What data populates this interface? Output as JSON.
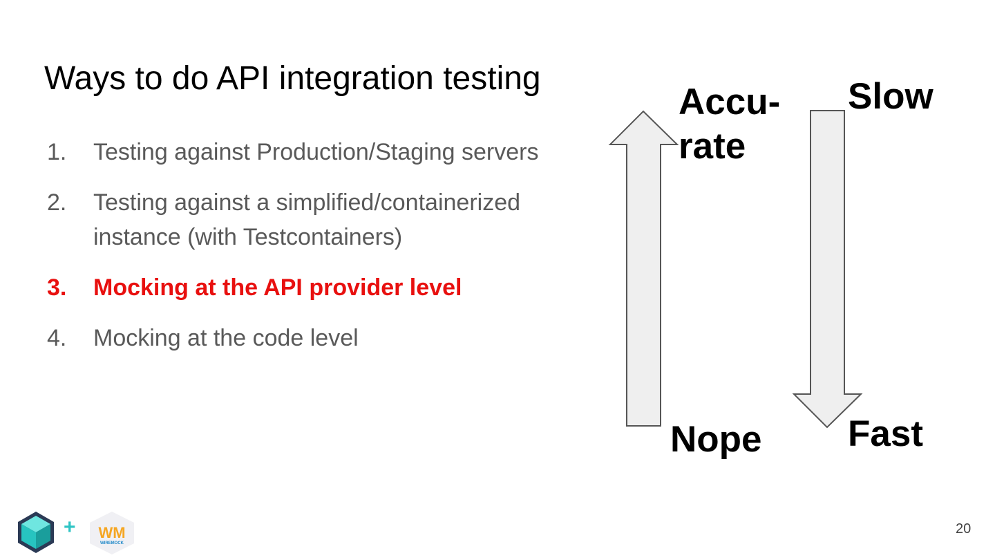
{
  "slide": {
    "title": "Ways to do API integration testing",
    "items": [
      {
        "number": "1.",
        "text": "Testing against Production/Staging servers"
      },
      {
        "number": "2.",
        "text": "Testing against a simplified/containerized instance (with Testcontainers)"
      },
      {
        "number": "3.",
        "text": "Mocking at the API provider level",
        "highlighted": true
      },
      {
        "number": "4.",
        "text": "Mocking at the code level"
      }
    ],
    "highlight_color": "#e8100f",
    "page_number": "20"
  },
  "diagram": {
    "up_arrow": {
      "top_label": "Accu-\nrate",
      "bottom_label": "Nope"
    },
    "down_arrow": {
      "top_label": "Slow",
      "bottom_label": "Fast"
    },
    "arrow_fill": "#efefef",
    "arrow_stroke": "#555555"
  },
  "footer": {
    "logos": [
      "testcontainers-cube-icon",
      "wiremock-logo"
    ],
    "plus": "+",
    "wiremock_letters": "WM",
    "wiremock_word": "WIREMOCK"
  }
}
